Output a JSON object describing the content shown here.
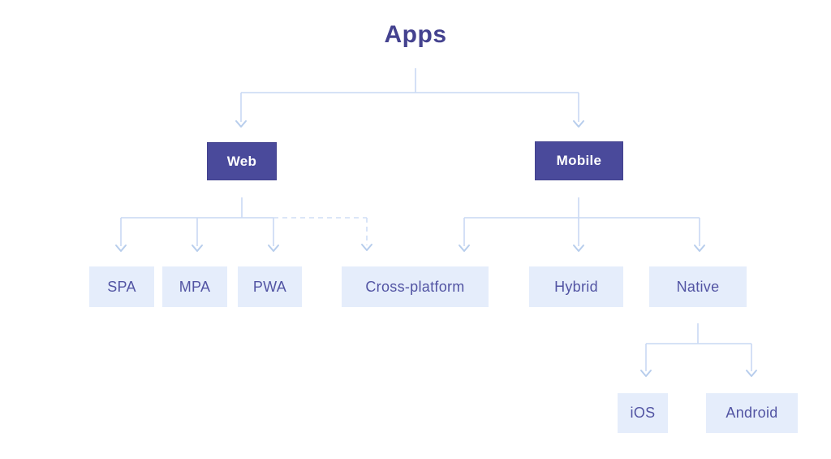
{
  "diagram": {
    "title": "Apps",
    "type": "tree",
    "nodes": {
      "root": {
        "label": "Apps",
        "style": "title"
      },
      "web": {
        "label": "Web",
        "style": "dark"
      },
      "mobile": {
        "label": "Mobile",
        "style": "dark"
      },
      "spa": {
        "label": "SPA",
        "style": "light"
      },
      "mpa": {
        "label": "MPA",
        "style": "light"
      },
      "pwa": {
        "label": "PWA",
        "style": "light"
      },
      "cross_platform": {
        "label": "Cross-platform",
        "style": "light"
      },
      "hybrid": {
        "label": "Hybrid",
        "style": "light"
      },
      "native": {
        "label": "Native",
        "style": "light"
      },
      "ios": {
        "label": "iOS",
        "style": "light"
      },
      "android": {
        "label": "Android",
        "style": "light"
      }
    },
    "edges": [
      {
        "from": "Apps",
        "to": "Web",
        "style": "solid"
      },
      {
        "from": "Apps",
        "to": "Mobile",
        "style": "solid"
      },
      {
        "from": "Web",
        "to": "SPA",
        "style": "solid"
      },
      {
        "from": "Web",
        "to": "MPA",
        "style": "solid"
      },
      {
        "from": "Web",
        "to": "PWA",
        "style": "solid"
      },
      {
        "from": "Web",
        "to": "Cross-platform",
        "style": "dashed"
      },
      {
        "from": "Mobile",
        "to": "Cross-platform",
        "style": "solid"
      },
      {
        "from": "Mobile",
        "to": "Hybrid",
        "style": "solid"
      },
      {
        "from": "Mobile",
        "to": "Native",
        "style": "solid"
      },
      {
        "from": "Native",
        "to": "iOS",
        "style": "solid"
      },
      {
        "from": "Native",
        "to": "Android",
        "style": "solid"
      }
    ],
    "colors": {
      "title_text": "#44428f",
      "dark_node_bg": "#4a4a9b",
      "dark_node_text": "#ffffff",
      "light_node_bg": "#e5edfb",
      "light_node_text": "#5254a3",
      "connector_line": "#c9d9f3",
      "arrowhead": "#b7cdec",
      "background": "#ffffff"
    }
  }
}
